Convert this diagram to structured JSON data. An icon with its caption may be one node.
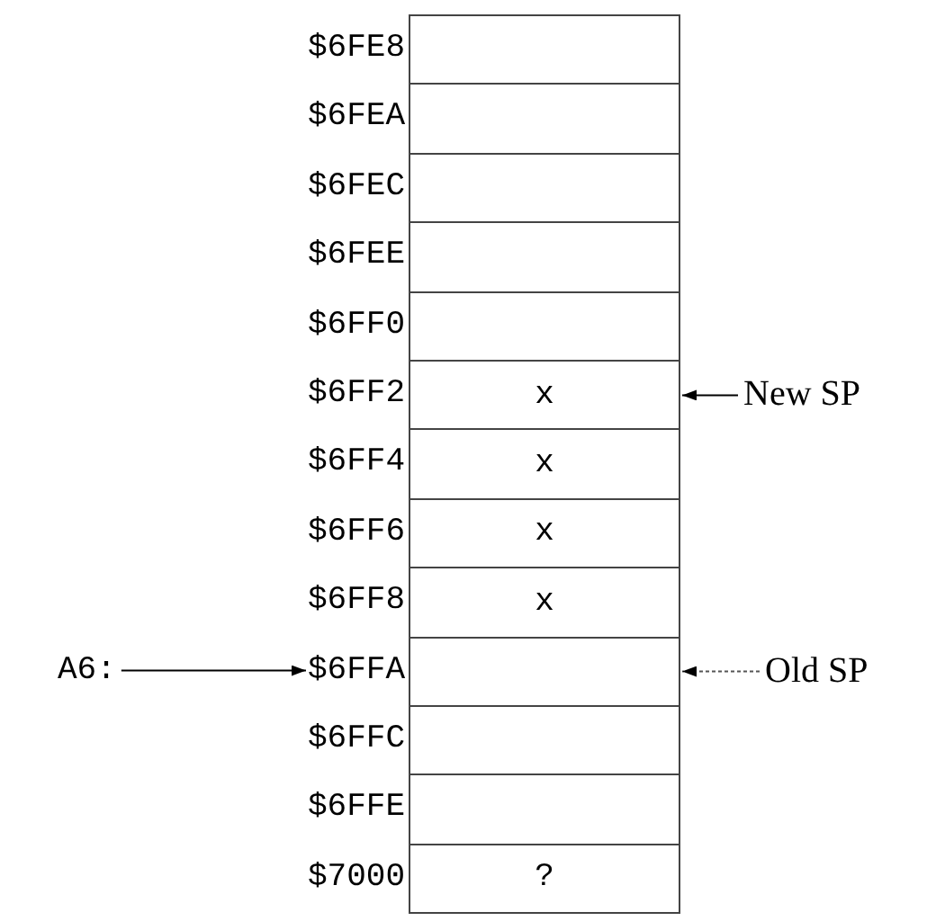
{
  "diagram": {
    "nodes": [
      {
        "text": [],
        "shape": "box"
      },
      {
        "text": [],
        "shape": "box"
      },
      {
        "text": [],
        "shape": "box"
      },
      {
        "text": [],
        "shape": "box"
      },
      {
        "text": [],
        "shape": "box"
      },
      {
        "text": [
          "x"
        ]
      },
      {
        "text": [
          "New SP"
        ]
      },
      {
        "text": [
          "x"
        ]
      },
      {
        "text": [
          "x"
        ]
      },
      {
        "text": [
          "x"
        ]
      },
      {
        "text": [
          "A6:"
        ]
      },
      {
        "text": [
          "$6FFA"
        ]
      },
      {
        "text": [],
        "shape": "box"
      },
      {
        "text": [
          "Old SP"
        ]
      },
      {
        "text": [],
        "shape": "box"
      },
      {
        "text": [],
        "shape": "box"
      },
      {
        "text": [
          "?"
        ]
      }
    ],
    "edges": [
      {
        "from": 6,
        "to": 5,
        "arrow": "to"
      },
      {
        "from": 10,
        "to": 11,
        "arrow": "to"
      },
      {
        "from": 13,
        "to": 12,
        "arrow": "to",
        "style": "dashed"
      }
    ],
    "labels": [
      "$6FE8",
      "$6FEA",
      "$6FEC",
      "$6FEE",
      "$6FF0",
      "$6FF2",
      "$6FF4",
      "$6FF6",
      "$6FF8",
      "$6FFC",
      "$6FFE",
      "$7000"
    ]
  }
}
